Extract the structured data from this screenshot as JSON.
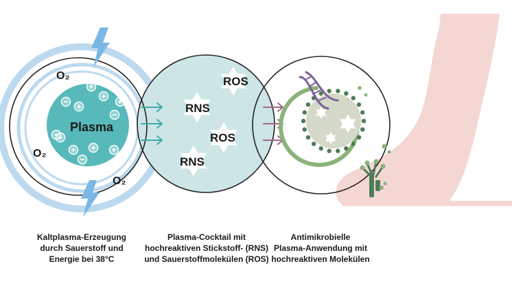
{
  "colors": {
    "plasma_fill": "#57b9ba",
    "light_blue": "#bcd9ee",
    "bolt_blue": "#7ab7e4",
    "mint_fill": "#cde6e5",
    "teal_arrow": "#3ea9ab",
    "mauve_arrow": "#a56688",
    "microbe_green": "#8bb37a",
    "microbe_inner": "#d4d9c9",
    "dark_green": "#4c7c56",
    "dna_purple": "#7e5f9a",
    "foot_skin": "#f4d7d3",
    "outline": "#222222"
  },
  "labels": {
    "o2": "O₂",
    "plasma": "Plasma",
    "ros": "ROS",
    "rns": "RNS"
  },
  "icons": {
    "lightning": "lightning-bolt-icon",
    "plus_ion": "plus-ion-icon",
    "minus_ion": "minus-ion-icon",
    "arrow": "arrow-right-icon",
    "dna": "dna-icon",
    "microbe": "microbe-cell-icon",
    "fungus": "fungus-icon",
    "foot": "foot-icon"
  },
  "captions": {
    "left": [
      "Kaltplasma-Erzeugung",
      "durch Sauerstoff und",
      "Energie bei 38°C"
    ],
    "middle": [
      "Plasma-Cocktail mit",
      "hochreaktiven Stickstoff- (RNS)",
      "und Sauerstoffmolekülen (ROS)"
    ],
    "right": [
      "Antimikrobielle",
      "Plasma-Anwendung mit",
      "hochreaktiven Molekülen"
    ]
  }
}
